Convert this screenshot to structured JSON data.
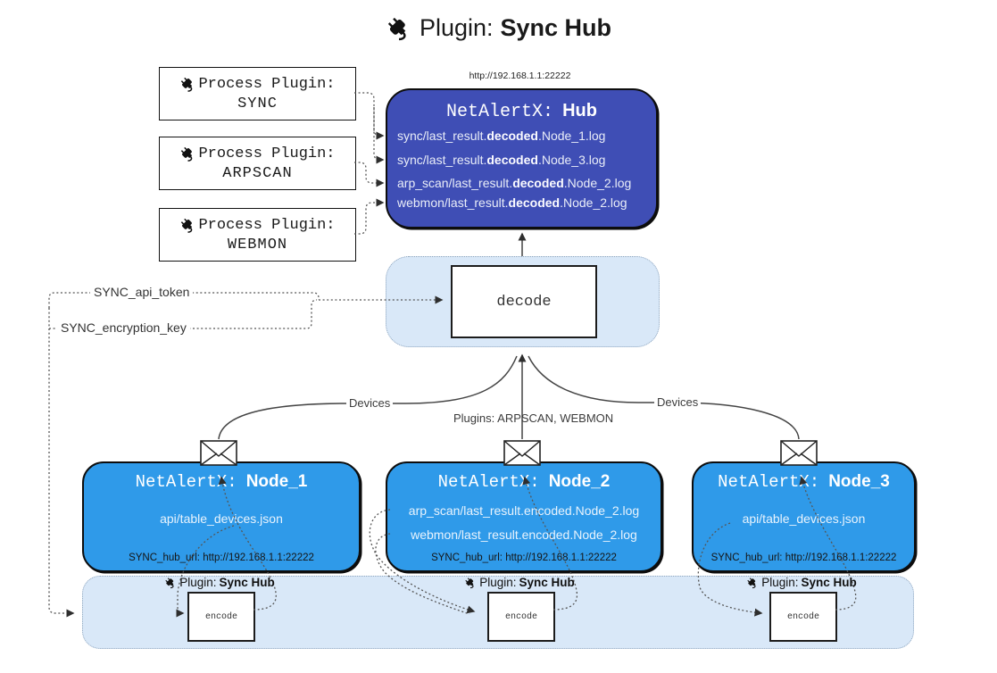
{
  "title": {
    "icon": "plug-icon",
    "prefix": "Plugin:",
    "name": "Sync Hub"
  },
  "hub": {
    "url": "http://192.168.1.1:22222",
    "name_prefix": "NetAlertX:",
    "name": "Hub",
    "logs": [
      {
        "pre": "sync/last_result.",
        "bold": "decoded",
        "post": ".Node_1.log"
      },
      {
        "pre": "sync/last_result.",
        "bold": "decoded",
        "post": ".Node_3.log"
      },
      {
        "pre": "arp_scan/last_result.",
        "bold": "decoded",
        "post": ".Node_2.log"
      },
      {
        "pre": "webmon/last_result.",
        "bold": "decoded",
        "post": ".Node_2.log"
      }
    ]
  },
  "process_plugins": [
    {
      "label": "Process Plugin:",
      "name": "SYNC"
    },
    {
      "label": "Process Plugin:",
      "name": "ARPSCAN"
    },
    {
      "label": "Process Plugin:",
      "name": "WEBMON"
    }
  ],
  "settings": {
    "api_token": "SYNC_api_token",
    "encryption_key": "SYNC_encryption_key"
  },
  "decode": {
    "label": "decode"
  },
  "edges": {
    "devices_left": "Devices",
    "plugins_mid": "Plugins: ARPSCAN, WEBMON",
    "devices_right": "Devices"
  },
  "nodes": [
    {
      "name_prefix": "NetAlertX:",
      "name": "Node_1",
      "files": [
        "api/table_devices.json"
      ],
      "hub_url": "SYNC_hub_url: http://192.168.1.1:22222"
    },
    {
      "name_prefix": "NetAlertX:",
      "name": "Node_2",
      "files": [
        "arp_scan/last_result.encoded.Node_2.log",
        "webmon/last_result.encoded.Node_2.log"
      ],
      "hub_url": "SYNC_hub_url: http://192.168.1.1:22222"
    },
    {
      "name_prefix": "NetAlertX:",
      "name": "Node_3",
      "files": [
        "api/table_devices.json"
      ],
      "hub_url": "SYNC_hub_url: http://192.168.1.1:22222"
    }
  ],
  "encode_plugin": {
    "icon": "plug-icon",
    "label_prefix": "Plugin:",
    "label_name": "Sync Hub",
    "box_label": "encode"
  },
  "icons": {
    "plug": "plug-icon",
    "envelope": "envelope-icon"
  },
  "colors": {
    "hub_bg": "#3f4eb5",
    "node_bg": "#2f9ae9",
    "panel_bg": "#d9e8f8",
    "panel_border": "#8fa5bd",
    "line": "#555555",
    "solid_line": "#444444"
  }
}
